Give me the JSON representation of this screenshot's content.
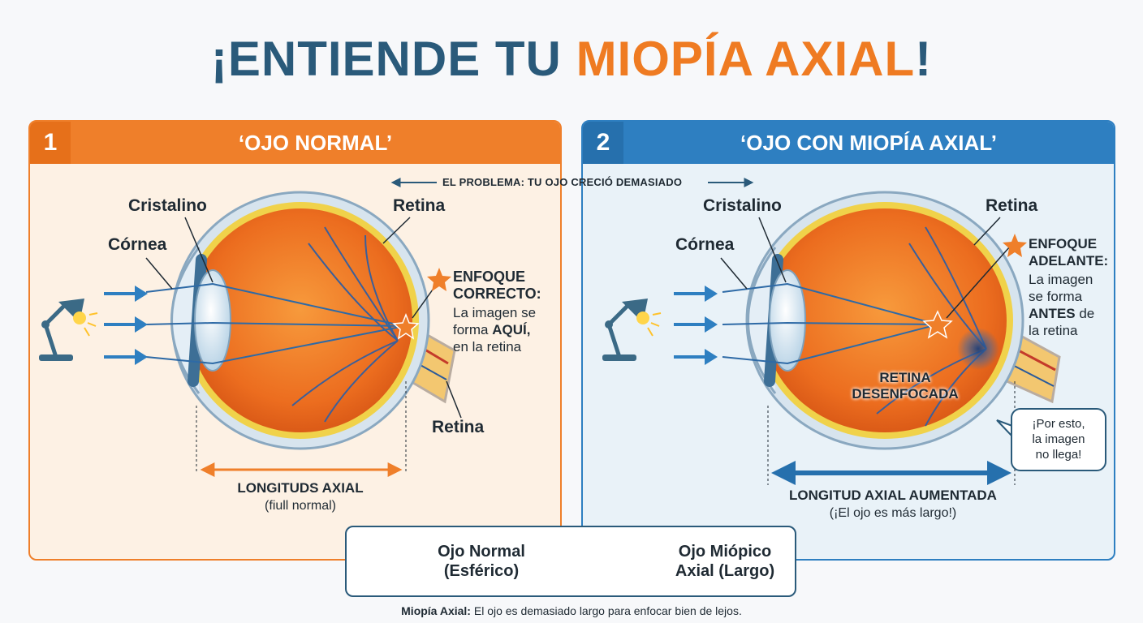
{
  "title": {
    "part1": "¡ENTIENDE TU",
    "part2": "MIOPÍA AXIAL",
    "part3": "!"
  },
  "colors": {
    "orange": "#ef7f2a",
    "blue": "#2e7fc1",
    "navy": "#2a5a7a",
    "red": "#d9262a"
  },
  "problem_banner": "EL PROBLEMA: TU OJO CRECIÓ DEMASIADO",
  "panel1": {
    "number": "1",
    "title": "‘OJO NORMAL’",
    "labels": {
      "cristalino": "Cristalino",
      "cornea": "Córnea",
      "retina_top": "Retina",
      "retina_bottom": "Retina",
      "focus_title_1": "ENFOQUE",
      "focus_title_2": "CORRECTO:",
      "focus_desc_1": "La imagen se",
      "focus_desc_2a": "forma ",
      "focus_desc_2b": "AQUÍ,",
      "focus_desc_3": "en la retina",
      "axial_title": "LONGITUDS AXIAL",
      "axial_sub": "(ﬁull normal)"
    }
  },
  "panel2": {
    "number": "2",
    "title": "‘OJO CON MIOPÍA AXIAL’",
    "labels": {
      "cristalino": "Cristalino",
      "cornea": "Córnea",
      "retina_top": "Retina",
      "focus_title_1": "ENFOQUE",
      "focus_title_2": "ADELANTE:",
      "focus_desc_1": "La imagen",
      "focus_desc_2": "se forma",
      "focus_desc_3a": "ANTES",
      "focus_desc_3b": " de",
      "focus_desc_4": "la retina",
      "blur_1": "RETINA",
      "blur_2": "DESENFOCADA",
      "bubble_1": "¡Por esto,",
      "bubble_2": "la imagen",
      "bubble_3": "no llega!",
      "axial_title": "LONGITUD AXIAL AUMENTADA",
      "axial_sub": "(¡El ojo es más largo!)"
    }
  },
  "comparison": {
    "normal_1": "Ojo Normal",
    "normal_2": "(Esférico)",
    "myopic_1": "Ojo Miópico",
    "myopic_2": "Axial (Largo)"
  },
  "footer": {
    "bold": "Miopía Axial:",
    "text": " El ojo es demasiado largo para enfocar bien de lejos."
  }
}
